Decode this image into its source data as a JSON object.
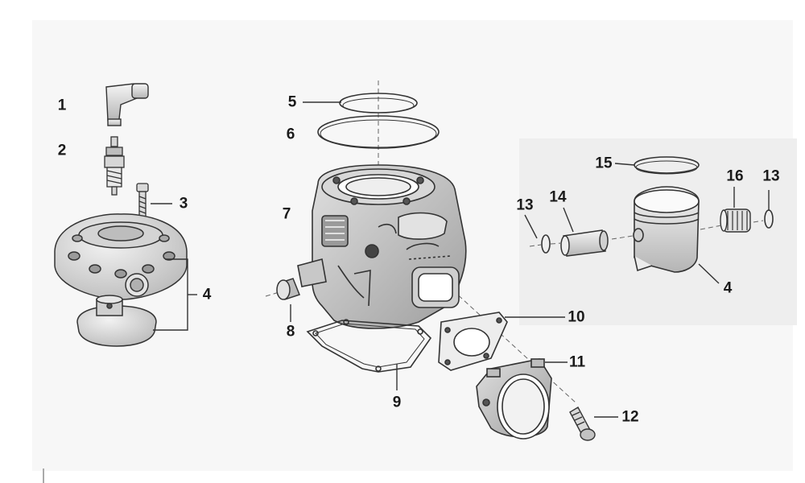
{
  "callouts": {
    "c1": "1",
    "c2": "2",
    "c3": "3",
    "c4a": "4",
    "c5": "5",
    "c6": "6",
    "c7": "7",
    "c8": "8",
    "c9": "9",
    "c10": "10",
    "c11": "11",
    "c12": "12",
    "c13a": "13",
    "c14": "14",
    "c15": "15",
    "c16": "16",
    "c13b": "13",
    "c4b": "4"
  },
  "colors": {
    "line": "#333333",
    "shade": "#cfcfcf",
    "panel": "#f0f0f0",
    "page": "#f7f7f7"
  }
}
